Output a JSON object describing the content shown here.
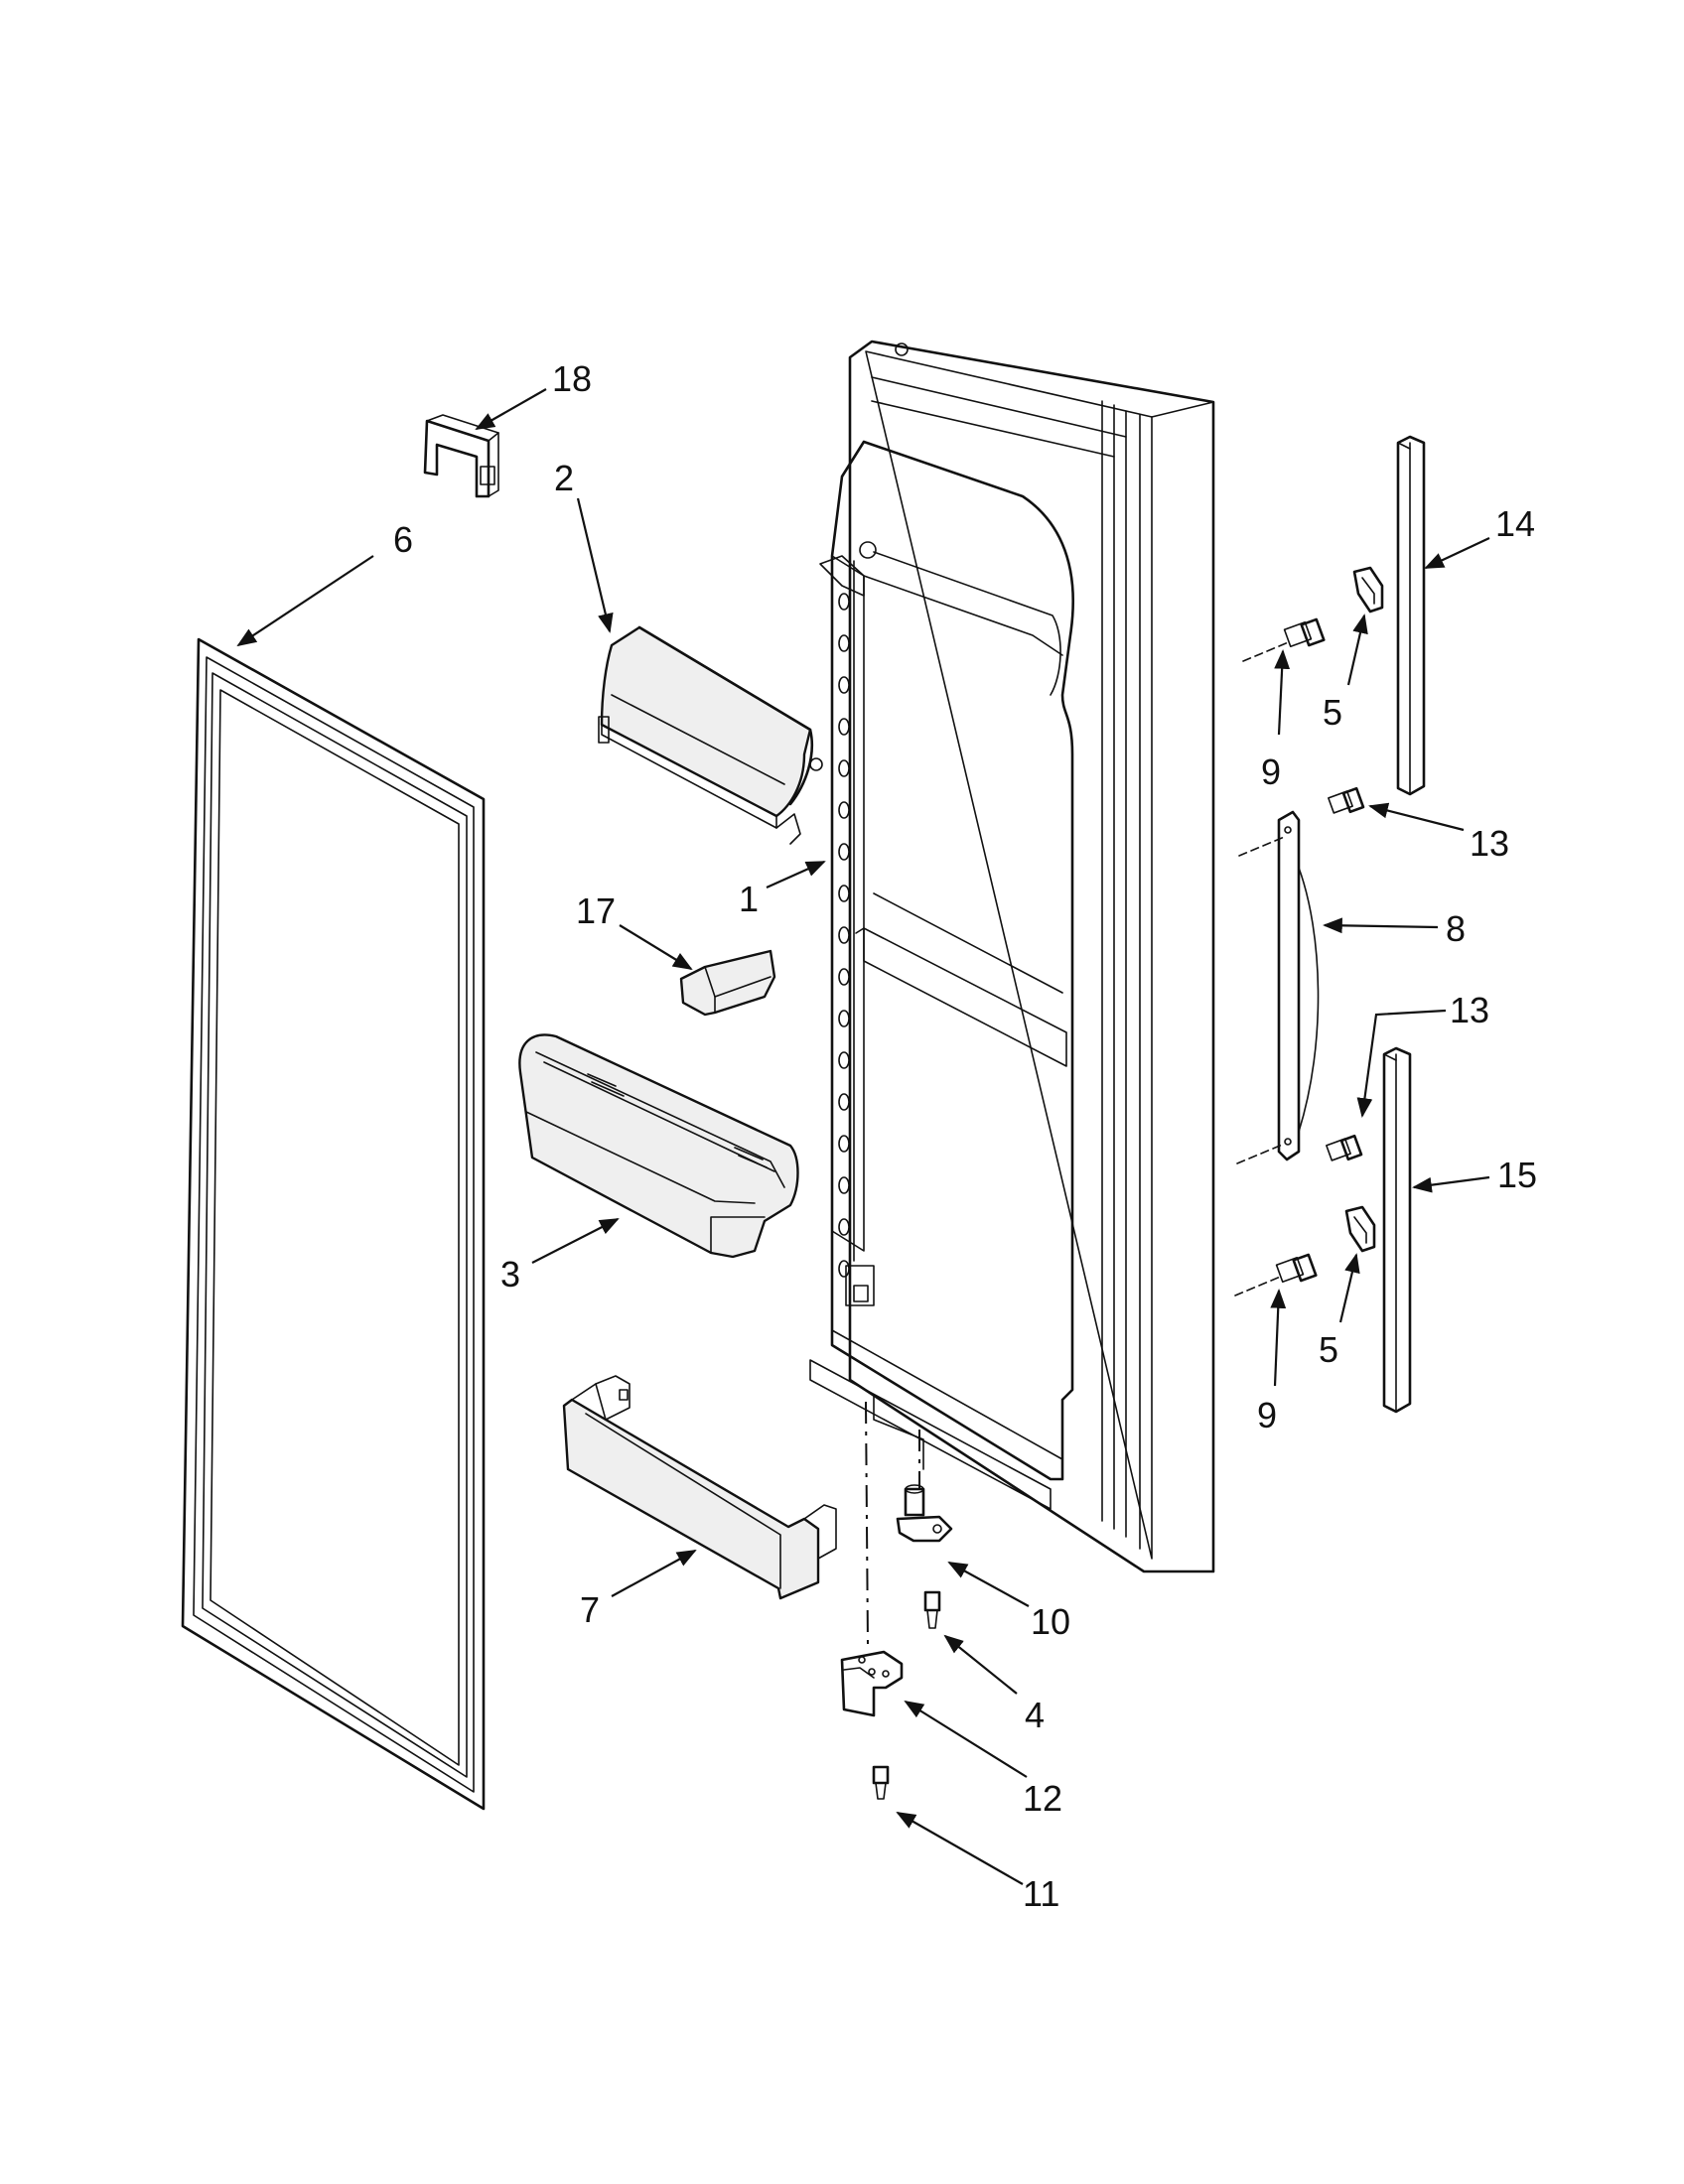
{
  "callouts": [
    {
      "id": "c18",
      "text": "18"
    },
    {
      "id": "c2",
      "text": "2"
    },
    {
      "id": "c6",
      "text": "6"
    },
    {
      "id": "c1",
      "text": "1"
    },
    {
      "id": "c17",
      "text": "17"
    },
    {
      "id": "c3",
      "text": "3"
    },
    {
      "id": "c7",
      "text": "7"
    },
    {
      "id": "c14",
      "text": "14"
    },
    {
      "id": "c5a",
      "text": "5"
    },
    {
      "id": "c9a",
      "text": "9"
    },
    {
      "id": "c13a",
      "text": "13"
    },
    {
      "id": "c8",
      "text": "8"
    },
    {
      "id": "c13b",
      "text": "13"
    },
    {
      "id": "c15",
      "text": "15"
    },
    {
      "id": "c5b",
      "text": "5"
    },
    {
      "id": "c9b",
      "text": "9"
    },
    {
      "id": "c10",
      "text": "10"
    },
    {
      "id": "c4",
      "text": "4"
    },
    {
      "id": "c12",
      "text": "12"
    },
    {
      "id": "c11",
      "text": "11"
    }
  ]
}
